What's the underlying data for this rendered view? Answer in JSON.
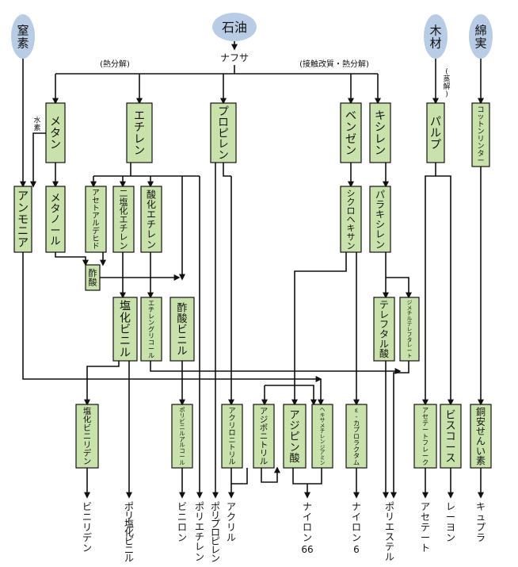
{
  "sources": {
    "oil": "石油",
    "nitrogen": "窒素",
    "wood": "木材",
    "cotton": "綿実"
  },
  "naphtha": "ナフサ",
  "process_labels": {
    "thermal_cracking": "(熱分解)",
    "catalytic_reforming": "(接触改質・熱分解)",
    "hydrogen": "水素",
    "digestion": "(蒸解)"
  },
  "intermediates": {
    "methane": "メタン",
    "ethylene": "エチレン",
    "propylene": "プロピレン",
    "benzene": "ベンゼン",
    "xylene": "キシレン",
    "pulp": "パルプ",
    "cotton_linter": "コットンリンター",
    "ammonia": "アンモニア",
    "methanol": "メタノール",
    "acetaldehyde": "アセトアルデヒド",
    "ethylene_dichloride": "二塩化エチレン",
    "ethylene_oxide": "酸化エチレン",
    "acetic_acid": "酢酸",
    "cyclohexane": "シクロヘキサン",
    "paraxylene": "パラキシレン",
    "vinyl_chloride": "塩化ビニル",
    "ethylene_glycol": "エチレングリコール",
    "vinyl_acetate": "酢酸ビニル",
    "terephthalic_acid": "テレフタル酸",
    "dimethyl_terephthalate": "ジメチルテレフタレート",
    "vinylidene_chloride": "塩化ビニリデン",
    "polyvinyl_alcohol": "ポリビニルアルコール",
    "acrylonitrile": "アクリロニトリル",
    "adiponitrile": "アジポニトリル",
    "adipic_acid": "アジピン酸",
    "hexamethylenediamine": "ヘキサメチレンジアミン",
    "caprolactam": "ε-カプロラクタム",
    "acetate_flake": "アセテートフレーク",
    "viscose": "ビスコース",
    "cuprammonium": "銅安せんい素"
  },
  "fibers": {
    "vinylidene": "ビニリデン",
    "polyvinyl_chloride": "ポリ塩化ビニル",
    "vinylon": "ビニロン",
    "polyethylene": "ポリエチレン",
    "polypropylene": "ポリプロピレン",
    "acrylic": "アクリル",
    "nylon66": "ナイロン66",
    "nylon6": "ナイロン6",
    "polyester": "ポリエステル",
    "acetate": "アセテート",
    "rayon": "レーヨン",
    "cupra": "キュプラ"
  },
  "colors": {
    "box_fill": "#c9e2ab",
    "box_stroke": "#111111",
    "source_fill": "#b9cce6",
    "line": "#111111"
  }
}
